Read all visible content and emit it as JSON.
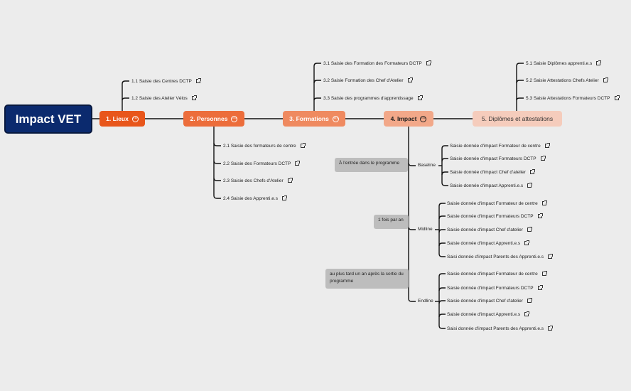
{
  "root": "Impact VET",
  "branches": [
    {
      "label": "1. Lieux",
      "children": [
        "1.1 Saisie des Centres DCTP",
        "1.2 Saisie des Atelier Vélos"
      ]
    },
    {
      "label": "2. Personnes",
      "children": [
        "2.1 Saisie des formateurs de centre",
        "2.2 Saisie des Formateurs DCTP",
        "2.3 Saisie des Chefs d'Atelier",
        "2.4 Saisie des Apprenti.e.s"
      ]
    },
    {
      "label": "3. Formations",
      "children": [
        "3.1 Saisie des Formation des Formateurs DCTP",
        "3.2 Saisie Formation des Chef d'Atelier",
        "3.3 Saisie des programmes d'apprentissage"
      ]
    },
    {
      "label": "4. Impact",
      "phases": [
        {
          "label": "Baseline",
          "note": "À l'entrée dans le programme",
          "children": [
            "Saisie donnée d'impact Formateur de centre",
            "Saisie donnée d'impact Formateurs DCTP",
            "Saisie donnée d'impact Chef d'atelier",
            "Saisie donnée d'impact Apprenti.e.s"
          ]
        },
        {
          "label": "Midline",
          "note": "1 fois par an",
          "children": [
            "Saisie donnée d'impact Formateur de centre",
            "Saisie donnée d'impact Formateurs DCTP",
            "Saisie donnée d'impact Chef d'atelier",
            "Saisie donnée d'impact Apprenti.e.s",
            "Saisi donnée d'impact Parents des Apprenti.e.s"
          ]
        },
        {
          "label": "Endline",
          "note": "au plus tard un an après la sortie du programme",
          "children": [
            "Saisie donnée d'impact Formateur de centre",
            "Saisie donnée d'impact Formateurs DCTP",
            "Saisie donnée d'impact Chef d'atelier",
            "Saisie donnée d'impact Apprenti.e.s",
            "Saisi donnée d'impact Parents des Apprenti.e.s"
          ]
        }
      ]
    },
    {
      "label": "5. Diplômes et attestations",
      "children": [
        "5.1 Saisie Diplômes apprenti.e.s",
        "5.2 Saisie Attestations Chefs Atelier",
        "5.3 Saisie Attestations Formateurs DCTP"
      ]
    }
  ],
  "icons": {
    "collapse": "collapse-circle-icon",
    "external_link": "external-link-icon"
  },
  "colors": {
    "root": "#0b2a6e",
    "b1": "#e8561b",
    "b2": "#ec6d3b",
    "b3": "#ef8a60",
    "b4": "#f2a889",
    "b5": "#f5ccbc",
    "note": "#bdbdbd"
  }
}
